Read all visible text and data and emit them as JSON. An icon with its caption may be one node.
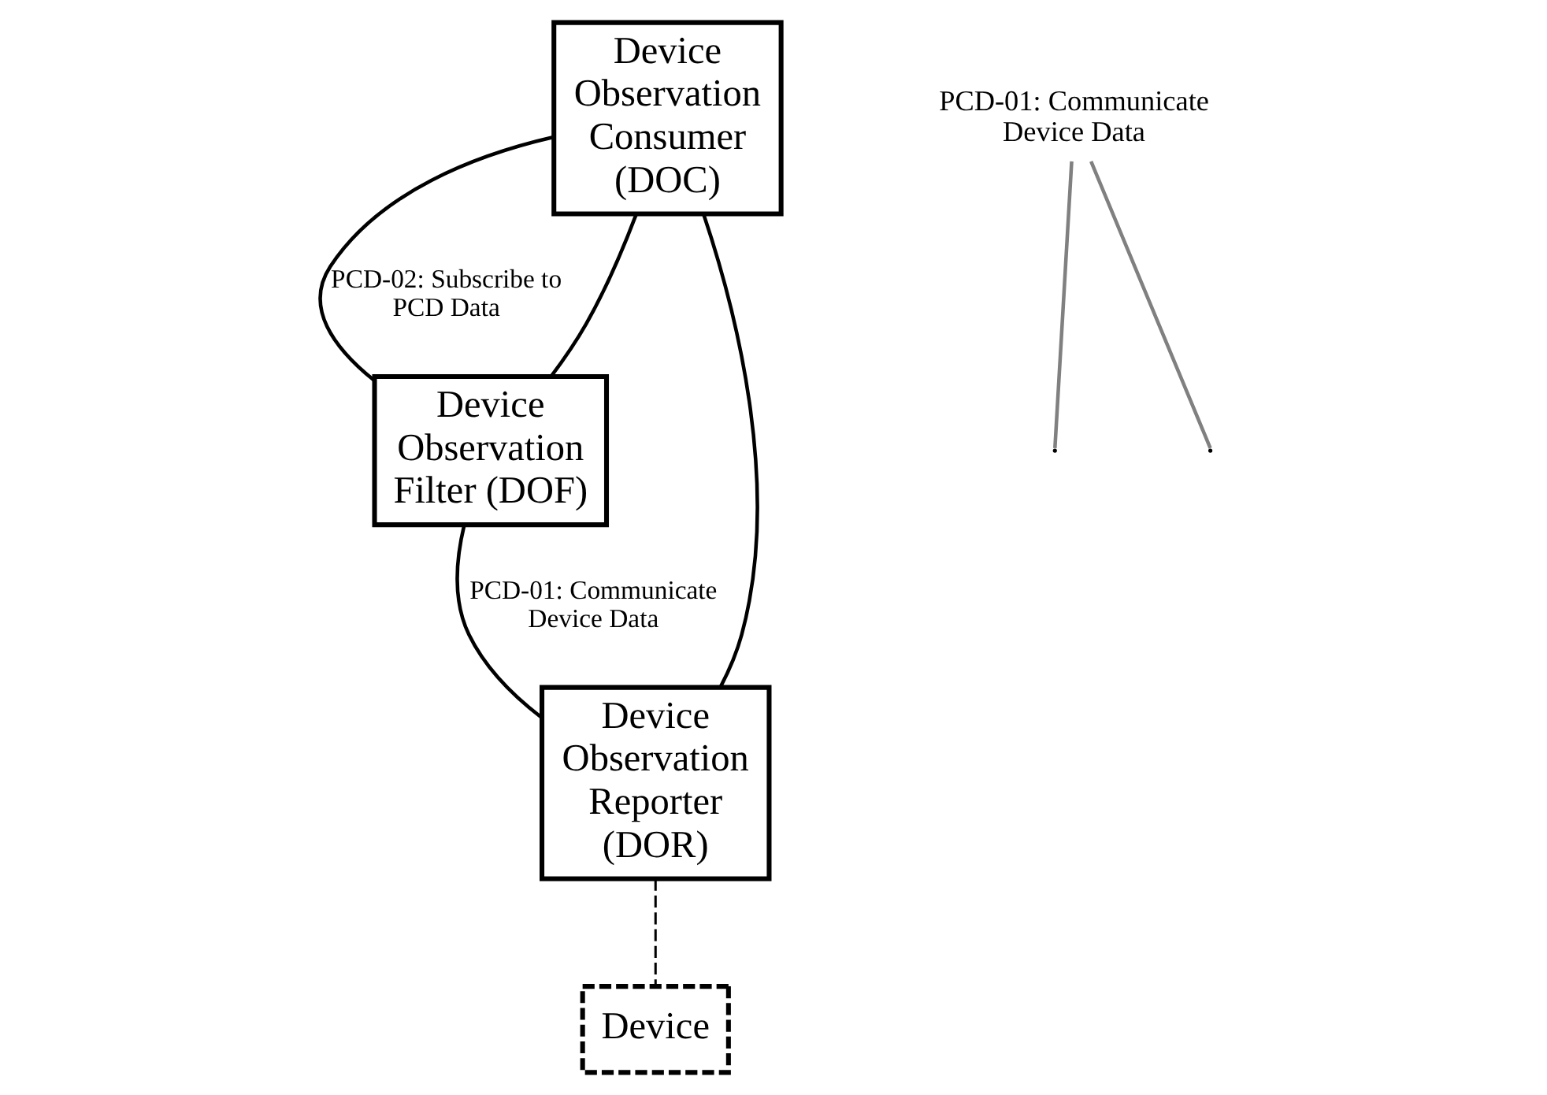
{
  "diagram": {
    "nodes": [
      {
        "text": [
          "Device Observation Consumer (DOC)"
        ]
      },
      {
        "text": [
          "Device Observation Filter (DOF)"
        ]
      },
      {
        "text": [
          "Device Observation Reporter (DOR)"
        ]
      },
      {
        "text": [
          "Device"
        ]
      },
      {
        "text": [
          "PCD-01: Communicate Device Data"
        ]
      }
    ],
    "edges": [
      {
        "from": 0,
        "to": 1,
        "arrow": "none",
        "label": "PCD-02: Subscribe to PCD Data"
      },
      {
        "from": 0,
        "to": 1,
        "arrow": "none"
      },
      {
        "from": 0,
        "to": 2,
        "arrow": "none"
      },
      {
        "from": 1,
        "to": 2,
        "arrow": "none",
        "label": "PCD-01: Communicate Device Data"
      },
      {
        "from": 2,
        "to": 3,
        "arrow": "none",
        "style": "dashed"
      },
      {
        "from": 4,
        "to": null,
        "arrow": "none",
        "color": "#808080"
      },
      {
        "from": 4,
        "to": null,
        "arrow": "none",
        "color": "#808080"
      }
    ]
  }
}
